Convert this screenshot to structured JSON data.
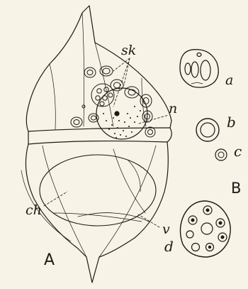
{
  "labels": {
    "sk": "sk",
    "n": "n",
    "ch": "ch",
    "v": "v",
    "A": "A",
    "a": "a",
    "b": "b",
    "c": "c",
    "B": "B",
    "d": "d"
  },
  "colors": {
    "background": "#f7f3e6",
    "ink": "#1d1a16"
  }
}
